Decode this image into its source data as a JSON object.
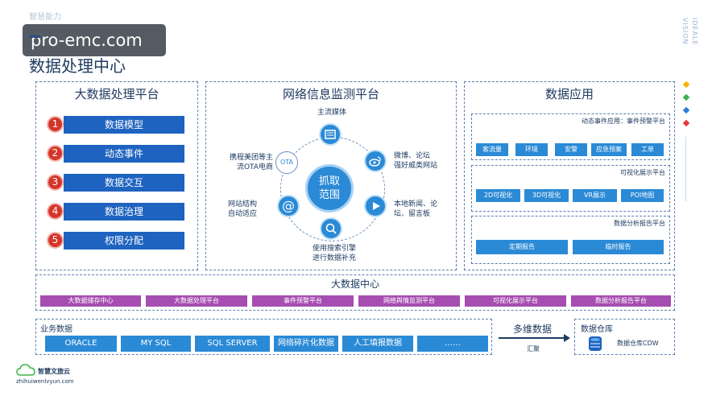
{
  "watermark": "pro-emc.com",
  "brand_small": "智慧能力",
  "page_title": "数据处理中心",
  "side_text": [
    "VISION",
    "IDEALE"
  ],
  "side_colors": [
    "#f4b400",
    "#3ab54a",
    "#2b7fd1",
    "#e53935"
  ],
  "panel_bigdata": {
    "title": "大数据处理平台",
    "items": [
      {
        "num": "1",
        "label": "数据模型"
      },
      {
        "num": "2",
        "label": "动态事件"
      },
      {
        "num": "3",
        "label": "数据交互"
      },
      {
        "num": "4",
        "label": "数据治理"
      },
      {
        "num": "5",
        "label": "权限分配"
      }
    ]
  },
  "panel_monitor": {
    "title": "网络信息监测平台",
    "center": [
      "抓取",
      "范围"
    ],
    "ota_badge": "OTA",
    "top_label": "主流媒体",
    "left_upper": [
      "携程美团等主",
      "流OTA电商"
    ],
    "left_lower": [
      "网站结构",
      "自动适应"
    ],
    "right_upper": [
      "微博、论坛",
      "强好威类网站"
    ],
    "right_lower": [
      "本地新闻、论",
      "坛、留言板"
    ],
    "bottom_label": [
      "使用搜索引擎",
      "进行数据补充"
    ]
  },
  "panel_apps": {
    "title": "数据应用",
    "sections": [
      {
        "title": "动态事件应用：事件预警平台",
        "buttons": [
          "客流量",
          "环境",
          "安警",
          "应急预案",
          "工单"
        ]
      },
      {
        "title": "可视化展示平台",
        "buttons": [
          "2D可视化",
          "3D可视化",
          "VR展示",
          "POI地图"
        ]
      },
      {
        "title": "数据分析报告平台",
        "buttons": [
          "定期报告",
          "临时报告"
        ]
      }
    ]
  },
  "center_band": {
    "title": "大数据中心",
    "items": [
      "大数据储存中心",
      "大数据处理平台",
      "事件预警平台",
      "网络舆情监测平台",
      "可视化展示平台",
      "数据分析报告平台"
    ]
  },
  "business": {
    "title": "业务数据",
    "items": [
      "ORACLE",
      "MY SQL",
      "SQL SERVER",
      "网络碎片化数据",
      "人工填报数据",
      "……"
    ]
  },
  "multi": {
    "title": "多维数据",
    "label": "汇聚"
  },
  "warehouse": {
    "title": "数据仓库",
    "label": "数据仓库CDW"
  },
  "logo": {
    "name": "智慧文旅云",
    "url": "zhihuiwenlvyun.com"
  }
}
